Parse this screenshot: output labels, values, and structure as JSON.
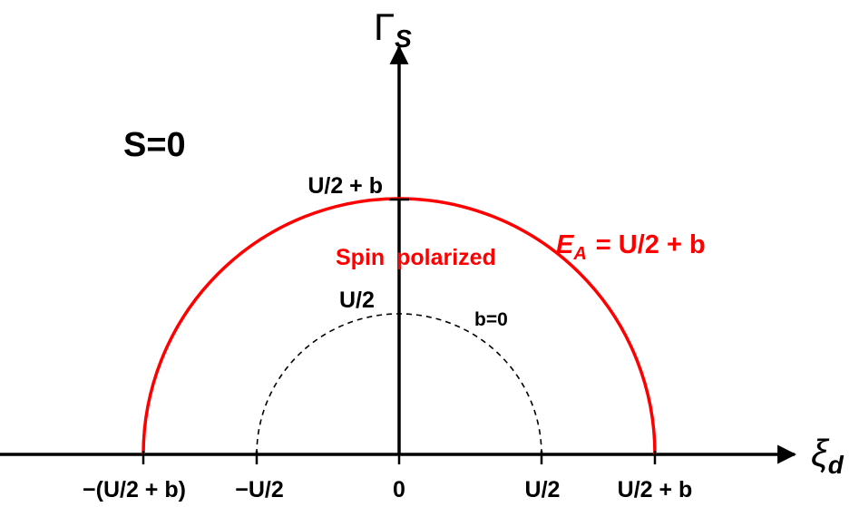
{
  "colors": {
    "axis": "#000000",
    "outer_arc": "#ff0000",
    "inner_arc": "#000000",
    "region_text": "#ff0000"
  },
  "axes": {
    "y_label_main": "Γ",
    "y_label_sub": "S",
    "x_label_main": "ξ",
    "x_label_sub": "d"
  },
  "x_ticks": [
    "−(U/2 + b)",
    "−U/2",
    "0",
    "U/2",
    "U/2 + b"
  ],
  "y_ticks": [
    "U/2 + b"
  ],
  "labels": {
    "state": "S=0",
    "inner_top": "U/2",
    "inner_curve": "b=0",
    "region": "Spin polarized",
    "outer_curve_lhs_main": "E",
    "outer_curve_lhs_sub": "A",
    "outer_curve_rhs": "= U/2 + b"
  }
}
